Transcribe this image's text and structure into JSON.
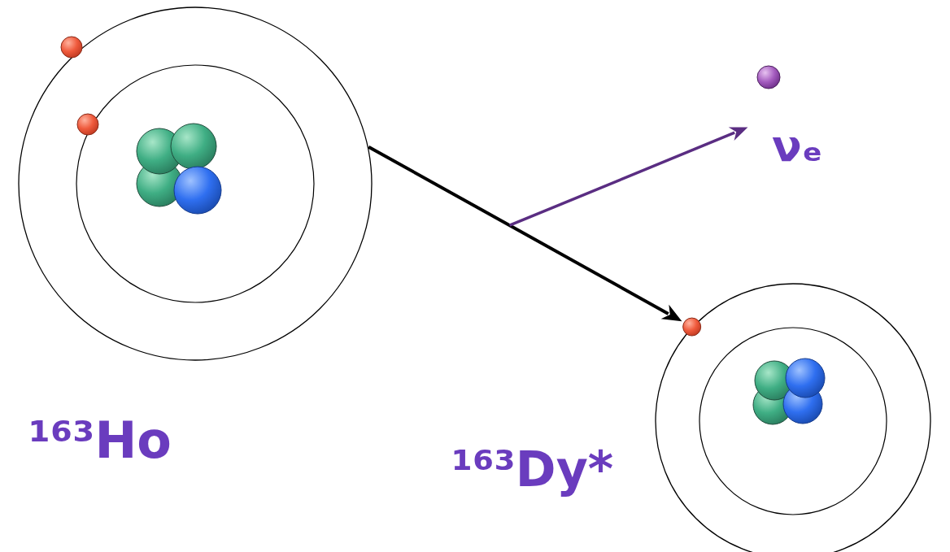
{
  "diagram": {
    "nodes": [
      {
        "text": [
          "¹⁶³Ho"
        ]
      },
      {
        "text": [
          "¹⁶³Dy*"
        ]
      },
      {
        "text": [
          "νₑ"
        ]
      }
    ],
    "edges": [
      {
        "from": 0,
        "to": 1,
        "arrow": "to"
      },
      {
        "from": 0,
        "to": 2,
        "arrow": "to"
      }
    ]
  }
}
